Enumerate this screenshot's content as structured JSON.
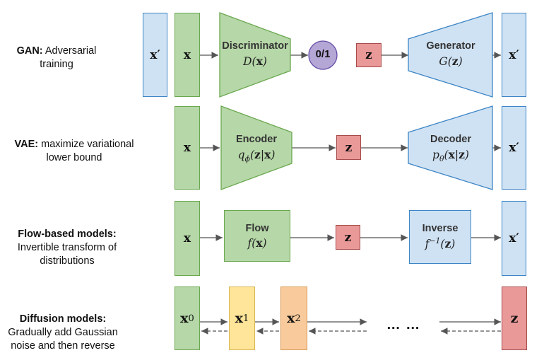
{
  "rows": {
    "gan": {
      "label_bold": "GAN:",
      "label_rest": " Adversarial training",
      "x_prime_left": "x′",
      "x": "x",
      "discriminator_title": "Discriminator",
      "discriminator_fn": "D(x)",
      "output": "0/1",
      "z": "z",
      "generator_title": "Generator",
      "generator_fn": "G(z)",
      "x_prime_right": "x′"
    },
    "vae": {
      "label_bold": "VAE:",
      "label_rest": " maximize variational lower bound",
      "x": "x",
      "encoder_title": "Encoder",
      "encoder_fn": "qϕ(z|x)",
      "z": "z",
      "decoder_title": "Decoder",
      "decoder_fn": "pθ(x|z)",
      "x_prime": "x′"
    },
    "flow": {
      "label_bold": "Flow-based models:",
      "label_rest": "Invertible transform of distributions",
      "x": "x",
      "flow_title": "Flow",
      "flow_fn": "f(x)",
      "z": "z",
      "inverse_title": "Inverse",
      "inverse_fn": "f⁻¹(z)",
      "x_prime": "x′"
    },
    "diffusion": {
      "label_bold": "Diffusion models:",
      "label_rest": "Gradually add Gaussian noise and then reverse",
      "x0": "x0",
      "x1": "x1",
      "x2": "x2",
      "ellipsis": "… …",
      "z": "z"
    }
  },
  "colors": {
    "green": "#b6d7a8",
    "blue": "#cfe2f3",
    "red": "#ea9999",
    "yellow": "#ffe599",
    "orange": "#f9cb9c",
    "purple": "#b4a7d6",
    "arrow": "#555555"
  }
}
